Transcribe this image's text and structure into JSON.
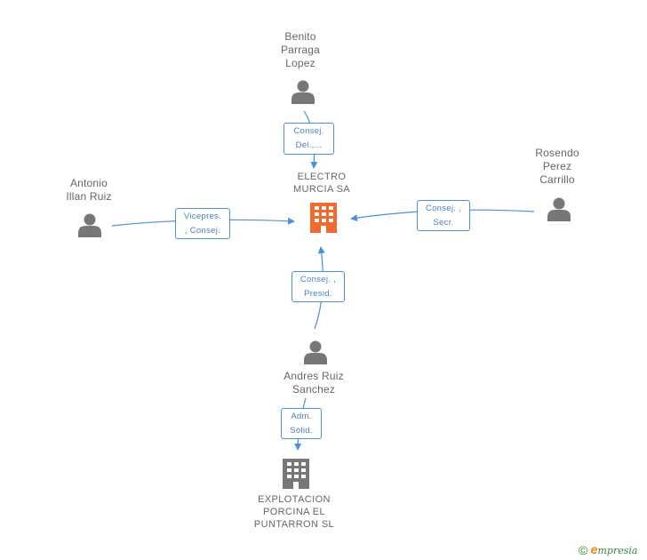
{
  "nodes": {
    "electro": {
      "label": [
        "ELECTRO",
        "MURCIA SA"
      ],
      "type": "company",
      "highlight": true
    },
    "benito": {
      "label": [
        "Benito",
        "Parraga",
        "Lopez"
      ],
      "type": "person"
    },
    "antonio": {
      "label": [
        "Antonio",
        "Illan Ruiz"
      ],
      "type": "person"
    },
    "rosendo": {
      "label": [
        "Rosendo",
        "Perez",
        "Carrillo"
      ],
      "type": "person"
    },
    "andres": {
      "label": [
        "Andres Ruiz",
        "Sanchez"
      ],
      "type": "person"
    },
    "explotacion": {
      "label": [
        "EXPLOTACION",
        "PORCINA EL",
        "PUNTARRON SL"
      ],
      "type": "company"
    }
  },
  "relations": [
    {
      "from": "benito",
      "to": "electro",
      "label": [
        "Consej.",
        "Del.,..."
      ]
    },
    {
      "from": "antonio",
      "to": "electro",
      "label": [
        "Vicepres.",
        ", Consej."
      ]
    },
    {
      "from": "rosendo",
      "to": "electro",
      "label": [
        "Consej. ,",
        "Secr."
      ]
    },
    {
      "from": "andres",
      "to": "electro",
      "label": [
        "Consej. ,",
        "Presid."
      ]
    },
    {
      "from": "andres",
      "to": "explotacion",
      "label": [
        "Adm.",
        "Solid."
      ]
    }
  ],
  "footer": {
    "copyright": "©",
    "brand_e": "e",
    "brand_rest": "mpresia"
  },
  "colors": {
    "edge": "#4a90d9",
    "person_icon": "#777777",
    "company_highlight": "#f26a2e",
    "company_default": "#777777",
    "label_text": "#666666"
  },
  "icons": {
    "person": "person-icon",
    "company": "building-icon"
  }
}
